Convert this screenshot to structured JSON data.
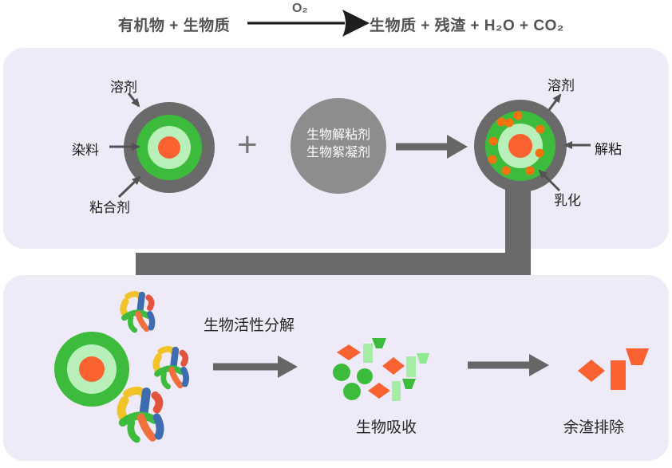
{
  "equation": {
    "left": "有机物 + 生物质",
    "catalyst": "O₂",
    "right": "生物质 + 残渣 + H₂O + CO₂"
  },
  "panel_emulsification": {
    "labels": {
      "solvent_left": "溶剂",
      "dye": "染料",
      "binder": "粘合剂",
      "plus": "+",
      "solvent_right": "溶剂",
      "debond": "解粘",
      "emulsify": "乳化"
    },
    "agent_circle": {
      "line1": "生物解粘剂",
      "line2": "生物絮凝剂"
    }
  },
  "panel_decomposition": {
    "labels": {
      "bioactive_decomposition": "生物活性分解",
      "bio_absorption": "生物吸收",
      "residue_removal": "余渣排除"
    }
  },
  "icons": {
    "reaction_arrow": "black right arrow with O₂ above",
    "flow_connector": "thick gray elbow arrow pointing down",
    "particle": "concentric circles: gray ring, green, light green, orange core",
    "agent_circle": "solid gray circle",
    "tangle_cluster": "multicolor tangled microbe cluster",
    "fragment_shapes": "orange diamonds, green circles, light-green bars, green trapezoids"
  },
  "colors": {
    "panel_bg": "#efeaf7",
    "diagram_gray": "#6a6a6a",
    "agent_gray": "#8d8d8d",
    "arrow_dark": "#555555",
    "equation_text": "#515254",
    "green": "#3cbb3c",
    "light_green": "#b9f0b9",
    "orange": "#fa6331",
    "yellow": "#f0c32b",
    "blue": "#3e6cb0",
    "red": "#e2543e"
  }
}
